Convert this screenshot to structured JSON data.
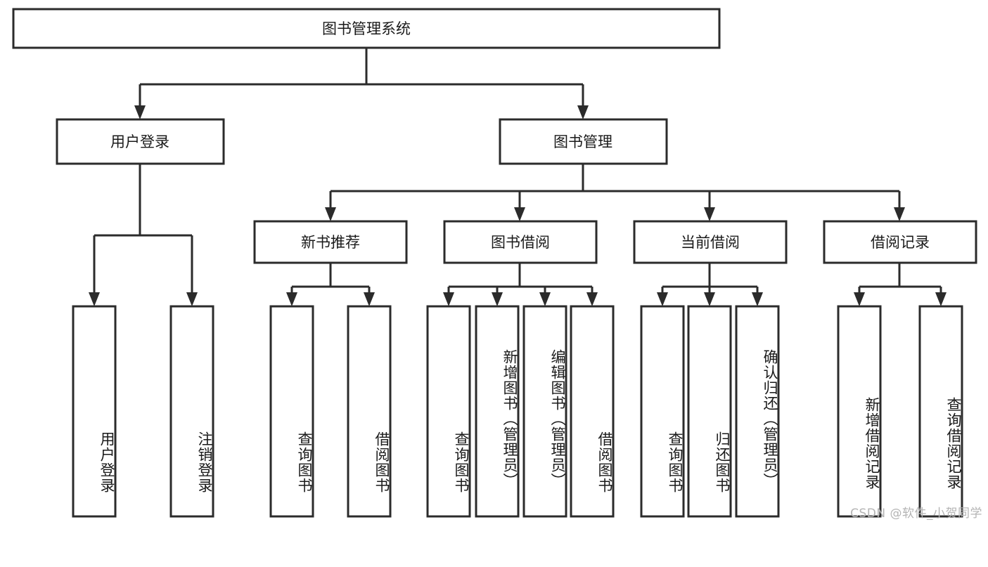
{
  "diagram": {
    "title": "图书管理系统",
    "type": "tree-hierarchy",
    "watermark": "CSDN @软件_小贺同学",
    "colors": {
      "stroke": "#2b2b2b",
      "fill": "#ffffff",
      "text": "#1a1a1a",
      "watermark": "#b4b4b4"
    },
    "root": {
      "label": "图书管理系统"
    },
    "level2": [
      {
        "id": "user-login",
        "label": "用户登录"
      },
      {
        "id": "book-management",
        "label": "图书管理"
      }
    ],
    "level3": [
      {
        "id": "new-book-recommend",
        "label": "新书推荐"
      },
      {
        "id": "book-borrow",
        "label": "图书借阅"
      },
      {
        "id": "current-borrow",
        "label": "当前借阅"
      },
      {
        "id": "borrow-record",
        "label": "借阅记录"
      }
    ],
    "leaves": {
      "user_login": [
        {
          "id": "leaf-user-login",
          "label": "用户登录"
        },
        {
          "id": "leaf-logout-login",
          "label": "注销登录"
        }
      ],
      "new_book_recommend": [
        {
          "id": "leaf-query-book-1",
          "label": "查询图书"
        },
        {
          "id": "leaf-borrow-book-1",
          "label": "借阅图书"
        }
      ],
      "book_borrow": [
        {
          "id": "leaf-query-book-2",
          "label": "查询图书"
        },
        {
          "id": "leaf-add-book",
          "label": "新增图书（管理员）"
        },
        {
          "id": "leaf-edit-book",
          "label": "编辑图书（管理员）"
        },
        {
          "id": "leaf-borrow-book-2",
          "label": "借阅图书"
        }
      ],
      "current_borrow": [
        {
          "id": "leaf-query-book-3",
          "label": "查询图书"
        },
        {
          "id": "leaf-return-book",
          "label": "归还图书"
        },
        {
          "id": "leaf-confirm-return",
          "label": "确认归还（管理员）"
        }
      ],
      "borrow_record": [
        {
          "id": "leaf-add-borrow-record",
          "label": "新增借阅记录"
        },
        {
          "id": "leaf-query-borrow-record",
          "label": "查询借阅记录"
        }
      ]
    }
  }
}
